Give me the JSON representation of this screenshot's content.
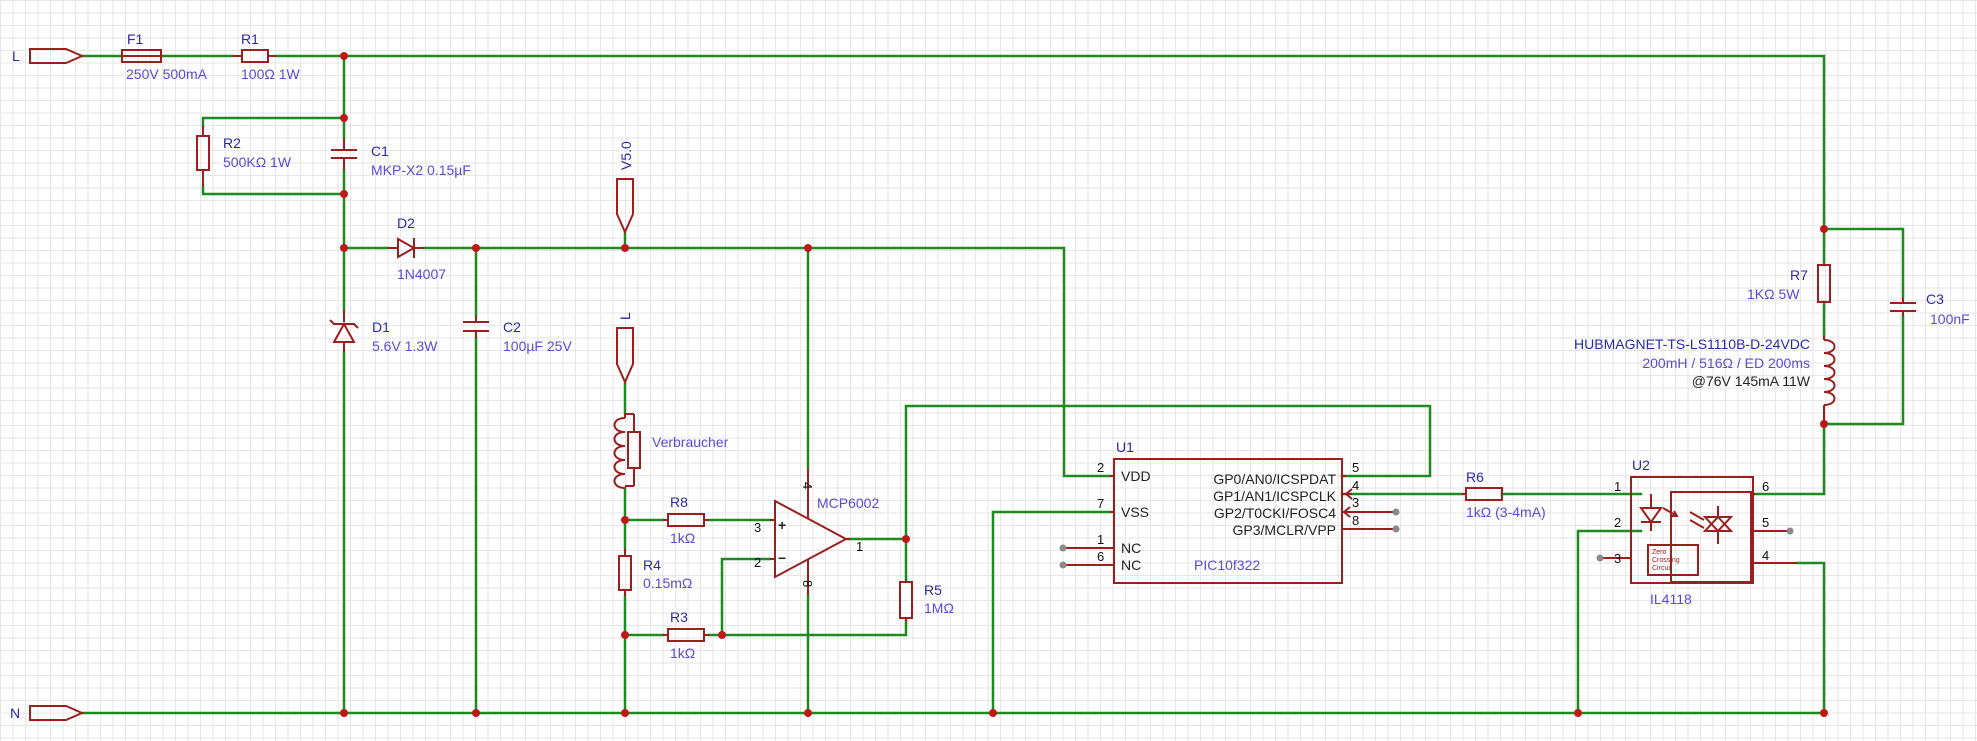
{
  "ports": {
    "l": "L",
    "n": "N",
    "v50": "V5.0",
    "l2": "L"
  },
  "components": {
    "f1": {
      "ref": "F1",
      "value": "250V 500mA"
    },
    "r1": {
      "ref": "R1",
      "value": "100Ω 1W"
    },
    "r2": {
      "ref": "R2",
      "value": "500KΩ 1W"
    },
    "c1": {
      "ref": "C1",
      "value": "MKP-X2 0.15µF"
    },
    "d2": {
      "ref": "D2",
      "value": "1N4007"
    },
    "d1": {
      "ref": "D1",
      "value": "5.6V 1.3W"
    },
    "c2": {
      "ref": "C2",
      "value": "100µF 25V"
    },
    "load": {
      "value": "Verbraucher"
    },
    "r8": {
      "ref": "R8",
      "value": "1kΩ"
    },
    "r4": {
      "ref": "R4",
      "value": "0.15mΩ"
    },
    "r3": {
      "ref": "R3",
      "value": "1kΩ"
    },
    "opamp": {
      "value": "MCP6002",
      "pins": [
        "4",
        "3",
        "2",
        "8",
        "1"
      ]
    },
    "r5": {
      "ref": "R5",
      "value": "1MΩ"
    },
    "u1": {
      "ref": "U1",
      "value": "PIC10f322",
      "left_pins": [
        {
          "num": "2",
          "name": "VDD"
        },
        {
          "num": "7",
          "name": "VSS"
        },
        {
          "num": "1",
          "name": "NC"
        },
        {
          "num": "6",
          "name": "NC"
        }
      ],
      "right_pins": [
        {
          "num": "5",
          "name": "GP0/AN0/ICSPDAT"
        },
        {
          "num": "4",
          "name": "GP1/AN1/ICSPCLK"
        },
        {
          "num": "3",
          "name": "GP2/T0CKI/FOSC4"
        },
        {
          "num": "8",
          "name": "GP3/MCLR/VPP"
        }
      ]
    },
    "r6": {
      "ref": "R6",
      "value": "1kΩ (3-4mA)"
    },
    "u2": {
      "ref": "U2",
      "value": "IL4118",
      "inner_text": [
        "Zero",
        "Crossing",
        "Circuit"
      ],
      "pins": [
        "1",
        "2",
        "3",
        "6",
        "5",
        "4"
      ]
    },
    "r7": {
      "ref": "R7",
      "value": "1KΩ 5W"
    },
    "c3": {
      "ref": "C3",
      "value": "100nF"
    },
    "magnet": {
      "name": "HUBMAGNET-TS-LS1110B-D-24VDC",
      "value": "200mH / 516Ω / ED 200ms",
      "note": "@76V 145mA 11W"
    }
  },
  "colors": {
    "wire": "#1f8a1f",
    "part": "#9b1f1f",
    "label": "#2a2aa8",
    "value": "#5a4ad6",
    "junction": "#c01818",
    "grid": "#e6e6e6"
  }
}
